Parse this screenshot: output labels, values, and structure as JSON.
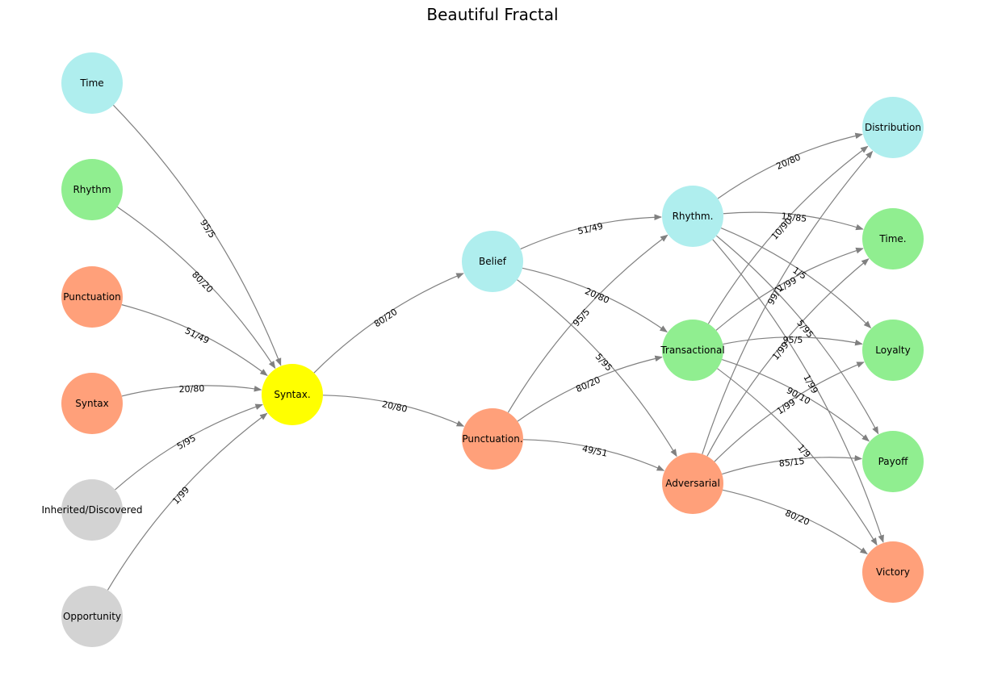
{
  "title": "Beautiful Fractal",
  "colors": {
    "cyan": "#afeeee",
    "green": "#90ee90",
    "salmon": "#ffa07a",
    "grey": "#d3d3d3",
    "yellow": "#ffff00",
    "edge": "#808080"
  },
  "nodes": [
    {
      "id": "time",
      "label": "Time",
      "color": "cyan"
    },
    {
      "id": "rhythm",
      "label": "Rhythm",
      "color": "green"
    },
    {
      "id": "punctuation",
      "label": "Punctuation",
      "color": "salmon"
    },
    {
      "id": "syntax",
      "label": "Syntax",
      "color": "salmon"
    },
    {
      "id": "inherited",
      "label": "Inherited/Discovered",
      "color": "grey"
    },
    {
      "id": "opportunity",
      "label": "Opportunity",
      "color": "grey"
    },
    {
      "id": "syntax2",
      "label": "Syntax.",
      "color": "yellow"
    },
    {
      "id": "belief",
      "label": "Belief",
      "color": "cyan"
    },
    {
      "id": "punctuation2",
      "label": "Punctuation.",
      "color": "salmon"
    },
    {
      "id": "rhythm2",
      "label": "Rhythm.",
      "color": "cyan"
    },
    {
      "id": "transactional",
      "label": "Transactional",
      "color": "green"
    },
    {
      "id": "adversarial",
      "label": "Adversarial",
      "color": "salmon"
    },
    {
      "id": "distribution",
      "label": "Distribution",
      "color": "cyan"
    },
    {
      "id": "time2",
      "label": "Time.",
      "color": "green"
    },
    {
      "id": "loyalty",
      "label": "Loyalty",
      "color": "green"
    },
    {
      "id": "payoff",
      "label": "Payoff",
      "color": "green"
    },
    {
      "id": "victory",
      "label": "Victory",
      "color": "salmon"
    }
  ],
  "edges": [
    {
      "from": "time",
      "to": "syntax2",
      "label": "95/5"
    },
    {
      "from": "rhythm",
      "to": "syntax2",
      "label": "80/20"
    },
    {
      "from": "punctuation",
      "to": "syntax2",
      "label": "51/49"
    },
    {
      "from": "syntax",
      "to": "syntax2",
      "label": "20/80"
    },
    {
      "from": "inherited",
      "to": "syntax2",
      "label": "5/95"
    },
    {
      "from": "opportunity",
      "to": "syntax2",
      "label": "1/99"
    },
    {
      "from": "syntax2",
      "to": "belief",
      "label": "80/20"
    },
    {
      "from": "syntax2",
      "to": "punctuation2",
      "label": "20/80"
    },
    {
      "from": "belief",
      "to": "rhythm2",
      "label": "51/49"
    },
    {
      "from": "belief",
      "to": "transactional",
      "label": "20/80"
    },
    {
      "from": "belief",
      "to": "adversarial",
      "label": "5/95"
    },
    {
      "from": "punctuation2",
      "to": "rhythm2",
      "label": "95/5"
    },
    {
      "from": "punctuation2",
      "to": "transactional",
      "label": "80/20"
    },
    {
      "from": "punctuation2",
      "to": "adversarial",
      "label": "49/51"
    },
    {
      "from": "rhythm2",
      "to": "distribution",
      "label": "20/80"
    },
    {
      "from": "rhythm2",
      "to": "time2",
      "label": "15/85"
    },
    {
      "from": "rhythm2",
      "to": "loyalty",
      "label": "1/5"
    },
    {
      "from": "rhythm2",
      "to": "payoff",
      "label": "5/95"
    },
    {
      "from": "rhythm2",
      "to": "victory",
      "label": "1/99"
    },
    {
      "from": "transactional",
      "to": "distribution",
      "label": "10/90"
    },
    {
      "from": "transactional",
      "to": "time2",
      "label": "1/99"
    },
    {
      "from": "transactional",
      "to": "loyalty",
      "label": "95/5"
    },
    {
      "from": "transactional",
      "to": "payoff",
      "label": "90/10"
    },
    {
      "from": "transactional",
      "to": "victory",
      "label": "1/9"
    },
    {
      "from": "adversarial",
      "to": "distribution",
      "label": "99/1"
    },
    {
      "from": "adversarial",
      "to": "time2",
      "label": "1/99"
    },
    {
      "from": "adversarial",
      "to": "loyalty",
      "label": "1/99"
    },
    {
      "from": "adversarial",
      "to": "payoff",
      "label": "85/15"
    },
    {
      "from": "adversarial",
      "to": "victory",
      "label": "80/20"
    }
  ]
}
